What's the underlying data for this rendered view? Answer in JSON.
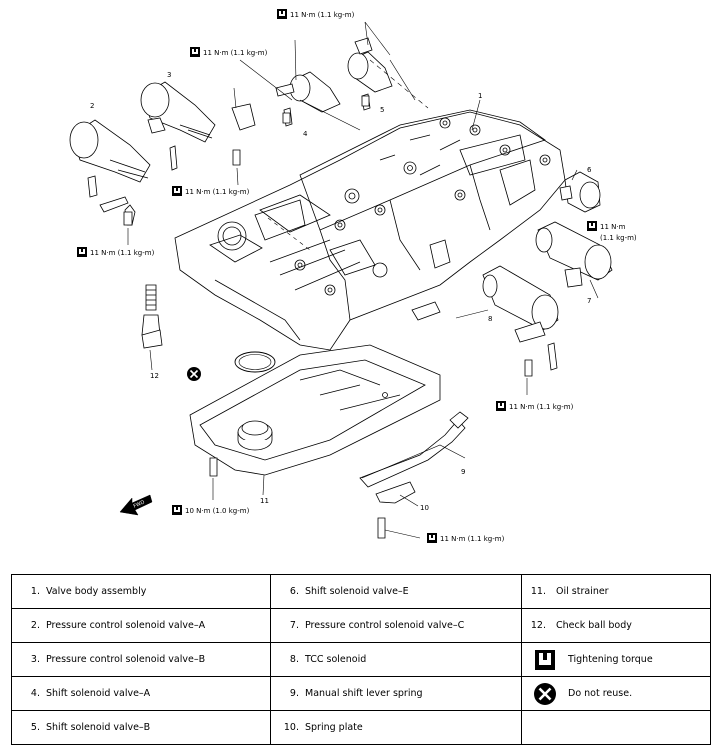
{
  "torque": {
    "t1": "11 N·m (1.1 kg-m)",
    "t2": "11 N·m (1.1 kg-m)",
    "t3": "11 N·m (1.1 kg-m)",
    "t4": "11 N·m (1.1 kg-m)",
    "t5": "11 N·m",
    "t5b": "(1.1 kg-m)",
    "t6": "11 N·m (1.1 kg-m)",
    "t7": "10 N·m (1.0 kg-m)",
    "t8": "11 N·m (1.1 kg-m)"
  },
  "callouts": [
    "1",
    "2",
    "3",
    "4",
    "5",
    "6",
    "7",
    "8",
    "9",
    "10",
    "11",
    "12"
  ],
  "front_arrow": "FWD",
  "legend": {
    "rows": [
      [
        {
          "num": "1.",
          "label": "Valve body assembly"
        },
        {
          "num": "6.",
          "label": "Shift solenoid valve–E"
        },
        {
          "num": "11.",
          "label": "Oil strainer"
        }
      ],
      [
        {
          "num": "2.",
          "label": "Pressure control solenoid valve–A"
        },
        {
          "num": "7.",
          "label": "Pressure control solenoid valve–C"
        },
        {
          "num": "12.",
          "label": "Check ball body"
        }
      ],
      [
        {
          "num": "3.",
          "label": "Pressure control solenoid valve–B"
        },
        {
          "num": "8.",
          "label": "TCC solenoid"
        },
        {
          "icon": "torque-icon",
          "label": "Tightening torque"
        }
      ],
      [
        {
          "num": "4.",
          "label": "Shift solenoid valve–A"
        },
        {
          "num": "9.",
          "label": "Manual shift lever spring"
        },
        {
          "icon": "do-not-reuse-icon",
          "label": "Do not reuse."
        }
      ],
      [
        {
          "num": "5.",
          "label": "Shift solenoid valve–B"
        },
        {
          "num": "10.",
          "label": "Spring plate"
        },
        {
          "label": ""
        }
      ]
    ]
  }
}
